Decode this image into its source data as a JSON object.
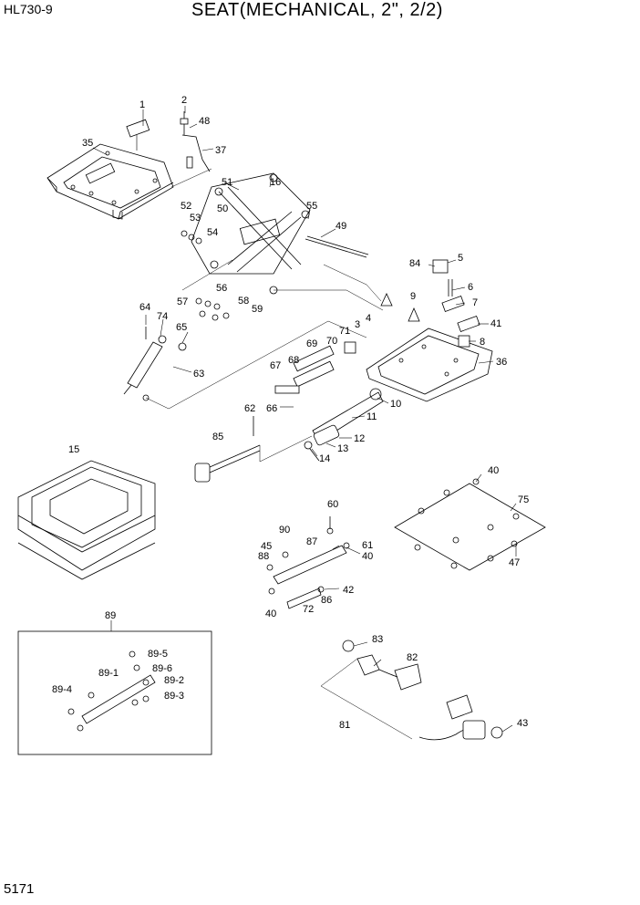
{
  "header": {
    "model": "HL730-9",
    "title": "SEAT(MECHANICAL, 2\", 2/2)"
  },
  "page_number": "5171",
  "callouts": {
    "c1": "1",
    "c2": "2",
    "c48": "48",
    "c35": "35",
    "c37": "37",
    "c51": "51",
    "c16": "16",
    "c50": "50",
    "c55": "55",
    "c52": "52",
    "c53": "53",
    "c54": "54",
    "c49": "49",
    "c84": "84",
    "c5": "5",
    "c6": "6",
    "c9": "9",
    "c7": "7",
    "c56": "56",
    "c57": "57",
    "c58": "58",
    "c59": "59",
    "c64": "64",
    "c74": "74",
    "c65": "65",
    "c4": "4",
    "c41": "41",
    "c71": "71",
    "c3": "3",
    "c70": "70",
    "c8": "8",
    "c69": "69",
    "c36": "36",
    "c68": "68",
    "c67": "67",
    "c63": "63",
    "c10": "10",
    "c66": "66",
    "c62": "62",
    "c11": "11",
    "c85": "85",
    "c12": "12",
    "c13": "13",
    "c14": "14",
    "c15": "15",
    "c40a": "40",
    "c75": "75",
    "c60": "60",
    "c90": "90",
    "c87": "87",
    "c45": "45",
    "c61": "61",
    "c88": "88",
    "c40b": "40",
    "c47": "47",
    "c42": "42",
    "c86": "86",
    "c40c": "40",
    "c72": "72",
    "c89": "89",
    "c83": "83",
    "c82": "82",
    "c89_5": "89-5",
    "c89_1": "89-1",
    "c89_6": "89-6",
    "c89_2": "89-2",
    "c89_4": "89-4",
    "c89_3": "89-3",
    "c81": "81",
    "c43": "43"
  }
}
